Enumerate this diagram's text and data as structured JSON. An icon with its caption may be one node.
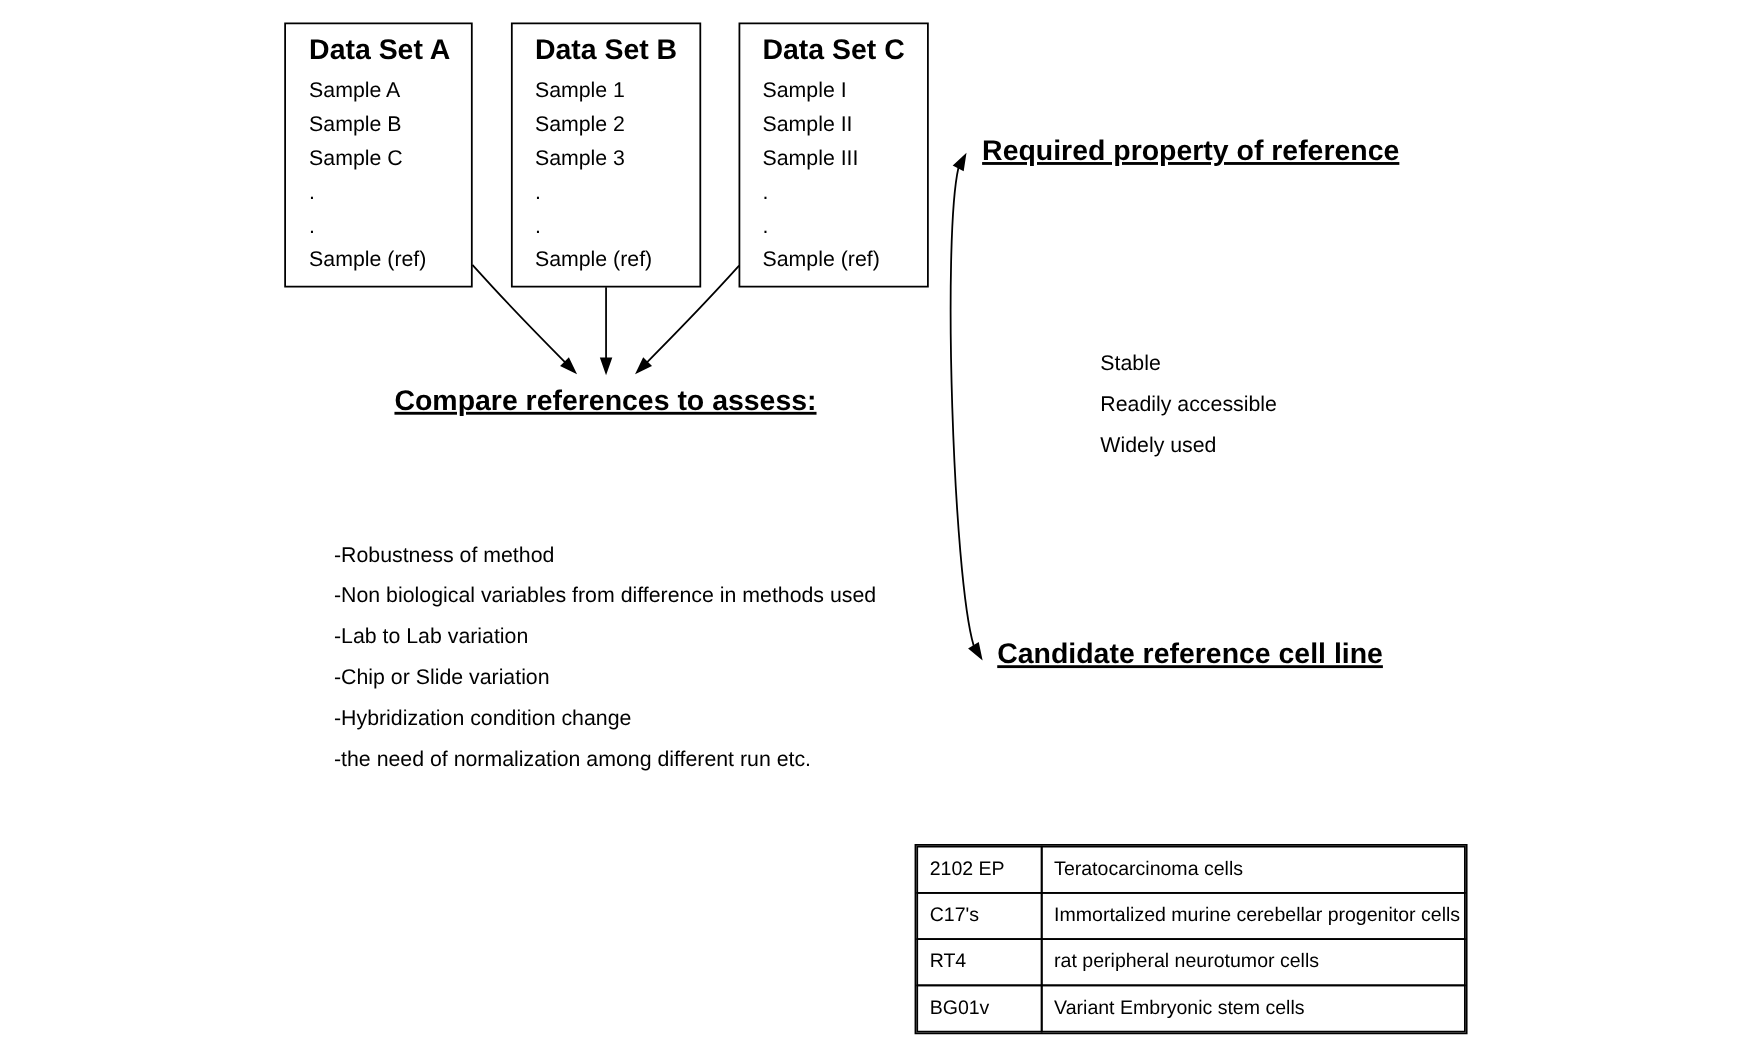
{
  "diagram": {
    "nodes": [
      {
        "text": [
          "Data Set A",
          "Sample A",
          "Sample B",
          "Sample C",
          ".",
          ".",
          "Sample (ref)"
        ]
      },
      {
        "text": [
          "Data Set B",
          "Sample 1",
          "Sample 2",
          "Sample 3",
          ".",
          ".",
          "Sample (ref)"
        ]
      },
      {
        "text": [
          "Data Set C",
          "Sample I",
          "Sample II",
          "Sample III",
          ".",
          ".",
          "Sample (ref)"
        ]
      },
      {
        "text": [
          "Compare references to assess:"
        ]
      },
      {
        "text": [
          "Required property of reference"
        ]
      },
      {
        "text": [
          "Candidate reference cell line"
        ]
      }
    ],
    "edges": [
      {
        "from": 0,
        "to": 3,
        "arrow": "to"
      },
      {
        "from": 1,
        "to": 3,
        "arrow": "to"
      },
      {
        "from": 2,
        "to": 3,
        "arrow": "to"
      },
      {
        "from": 4,
        "to": 5,
        "arrow": "both"
      }
    ],
    "labels": [
      "-Robustness of method",
      "-Non biological variables from difference in methods used",
      "-Lab to Lab variation",
      "-Chip or Slide variation",
      "-Hybridization condition change",
      "-the need of normalization among different run etc.",
      "Stable",
      "Readily accessible",
      "Widely used",
      "2102 EP",
      "Teratocarcinoma cells",
      "C17's",
      "Immortalized murine cerebellar progenitor cells",
      "RT4",
      "rat peripheral neurotumor cells",
      "BG01v",
      "Variant Embryonic stem cells"
    ]
  }
}
